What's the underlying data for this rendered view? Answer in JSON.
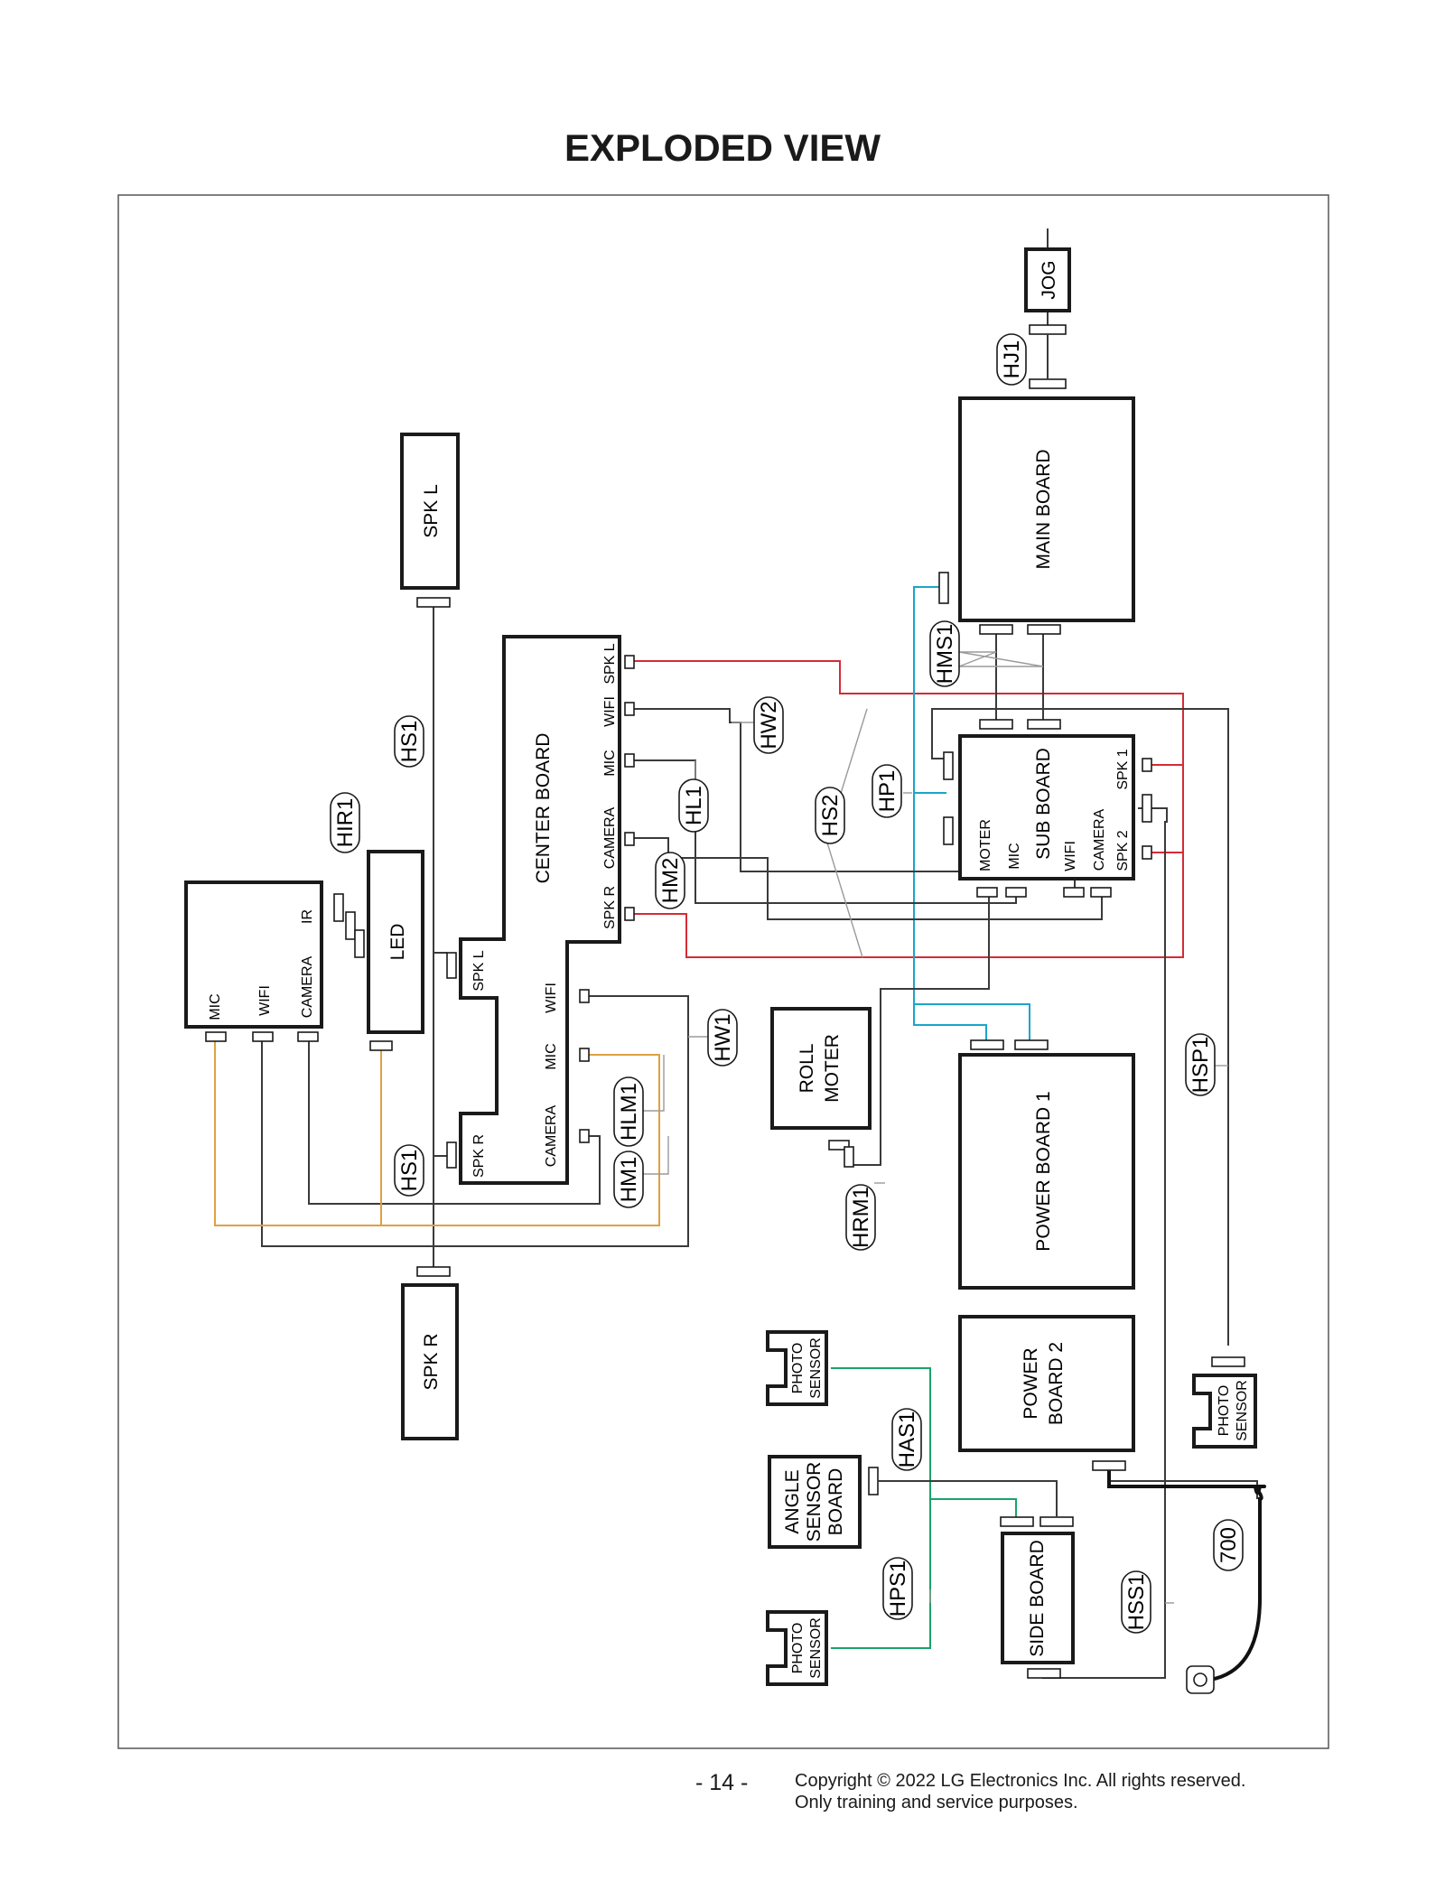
{
  "title": "EXPLODED VIEW",
  "footer": {
    "page_number": "- 14 -",
    "copyright_line1": "Copyright © 2022 LG Electronics Inc. All rights reserved.",
    "copyright_line2": "Only training and service purposes."
  },
  "components": {
    "jog": "JOG",
    "main_board": "MAIN BOARD",
    "spk_l": "SPK L",
    "spk_r": "SPK R",
    "center_board": "CENTER BOARD",
    "led": "LED",
    "sub_board": "SUB BOARD",
    "roll_motor_1": "ROLL",
    "roll_motor_2": "MOTER",
    "power_board_1": "POWER BOARD 1",
    "power_board_2_1": "POWER",
    "power_board_2_2": "BOARD 2",
    "photo_sensor_1": "PHOTO",
    "photo_sensor_2": "SENSOR",
    "angle_sensor_1": "ANGLE",
    "angle_sensor_2": "SENSOR",
    "angle_sensor_3": "BOARD",
    "side_board": "SIDE BOARD"
  },
  "ports": {
    "mic": "MIC",
    "wifi": "WIFI",
    "camera": "CAMERA",
    "ir": "IR",
    "spk_l": "SPK L",
    "spk_r": "SPK R",
    "moter": "MOTER",
    "spk_1": "SPK 1",
    "spk_2": "SPK 2"
  },
  "harness": {
    "hj1": "HJ1",
    "hms1": "HMS1",
    "hs1": "HS1",
    "hir1": "HIR1",
    "hw2": "HW2",
    "hl1": "HL1",
    "hs2": "HS2",
    "hp1": "HP1",
    "hm2": "HM2",
    "hw1": "HW1",
    "hlm1": "HLM1",
    "hm1": "HM1",
    "hrm1": "HRM1",
    "hsp1": "HSP1",
    "has1": "HAS1",
    "hps1": "HPS1",
    "hss1": "HSS1",
    "part_700": "700"
  },
  "wire_colors": {
    "power": "#d62b35",
    "data": "#1aa6c9",
    "led": "#e0a040",
    "sensor": "#1aa36a",
    "signal": "#3a3a3a"
  }
}
